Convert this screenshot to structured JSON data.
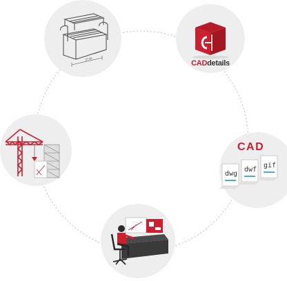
{
  "logo": {
    "brand_red": "CAD",
    "brand_dark": "details"
  },
  "cad_files": {
    "heading": "CAD",
    "formats": [
      "dwg",
      "dwf",
      "gif"
    ],
    "underline_colors": [
      "#1aa0a8",
      "#1aa0a8",
      "#1aa0a8"
    ]
  },
  "bench_drawing": {
    "dimension_label": "27.95"
  },
  "colors": {
    "accent": "#cc1f2f",
    "node_bg": "#eeeeee",
    "connector": "#c8c8c8"
  },
  "icons": [
    "bench-drawing-icon",
    "cad-details-logo-icon",
    "crane-construction-icon",
    "cad-file-formats-icon",
    "designer-workstation-icon"
  ]
}
